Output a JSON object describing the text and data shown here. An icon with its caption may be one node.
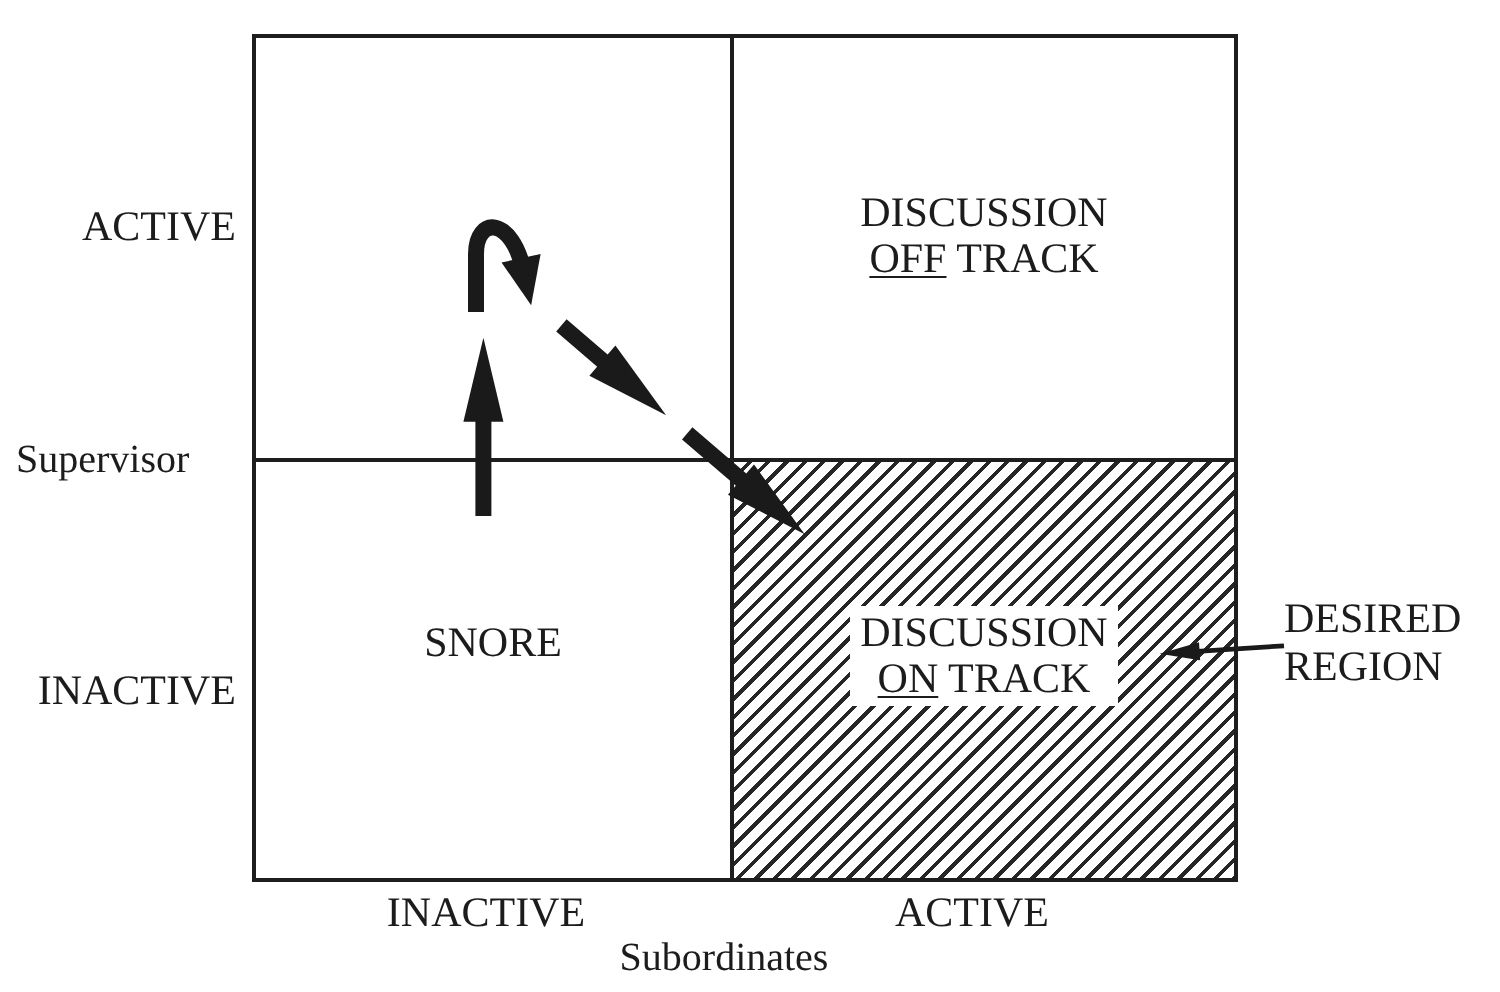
{
  "diagram": {
    "nodes": [
      {
        "text": [],
        "shape": "box"
      },
      {
        "text": [
          "DISCUSSION OFF TRACK"
        ]
      },
      {
        "text": [
          "SNORE"
        ]
      },
      {
        "text": [
          "DISCUSSION ON TRACK"
        ]
      },
      {
        "text": [
          "DESIRED REGION"
        ]
      }
    ],
    "edges": [
      {
        "from": 2,
        "to": 0,
        "arrow": "to"
      },
      {
        "from": 0,
        "to": 3,
        "arrow": "to",
        "style": "dashed"
      },
      {
        "from": 4,
        "to": 3,
        "arrow": "to"
      }
    ],
    "labels": [
      "ACTIVE",
      "Supervisor",
      "INACTIVE",
      "INACTIVE",
      "ACTIVE",
      "Subordinates"
    ]
  }
}
